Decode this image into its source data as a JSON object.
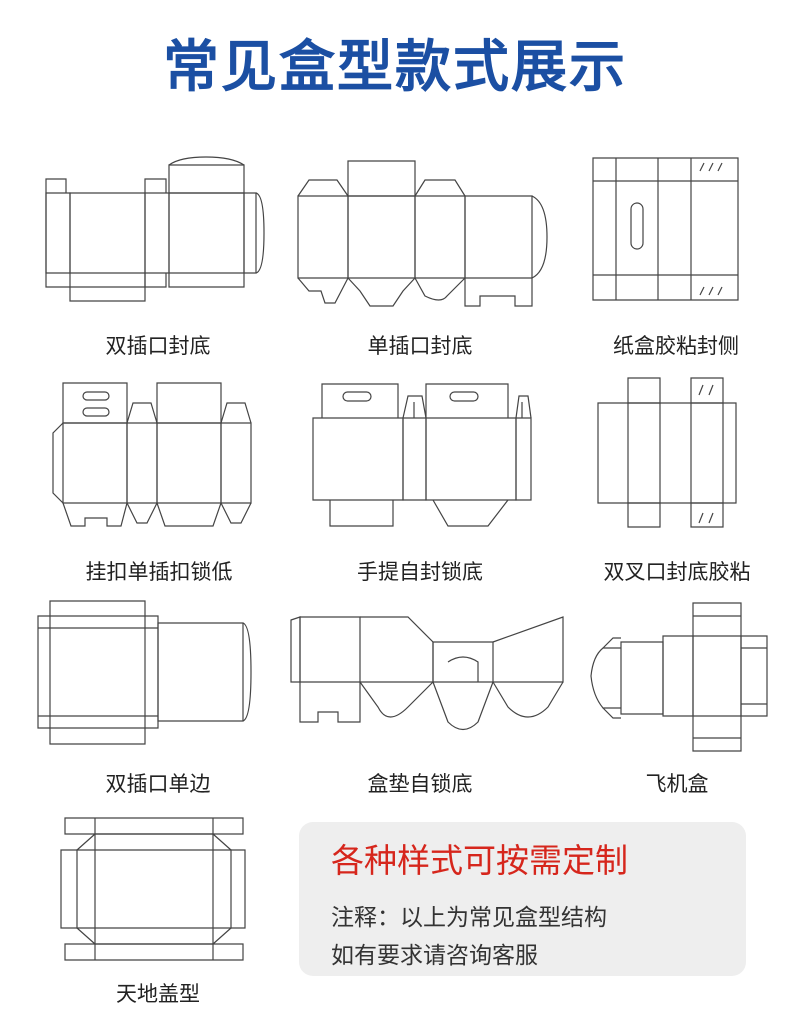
{
  "title": "常见盒型款式展示",
  "boxes": [
    {
      "label": "双插口封底"
    },
    {
      "label": "单插口封底"
    },
    {
      "label": "纸盒胶粘封侧"
    },
    {
      "label": "挂扣单插扣锁低"
    },
    {
      "label": "手提自封锁底"
    },
    {
      "label": "双叉口封底胶粘"
    },
    {
      "label": "双插口单边"
    },
    {
      "label": "盒垫自锁底"
    },
    {
      "label": "飞机盒"
    },
    {
      "label": "天地盖型"
    }
  ],
  "note": {
    "headline": "各种样式可按需定制",
    "line1": "注释：以上为常见盒型结构",
    "line2": "如有要求请咨询客服"
  },
  "colors": {
    "title": "#1b4fa3",
    "headline": "#d6261c",
    "line": "#333333",
    "note_bg": "#eeeeee"
  }
}
